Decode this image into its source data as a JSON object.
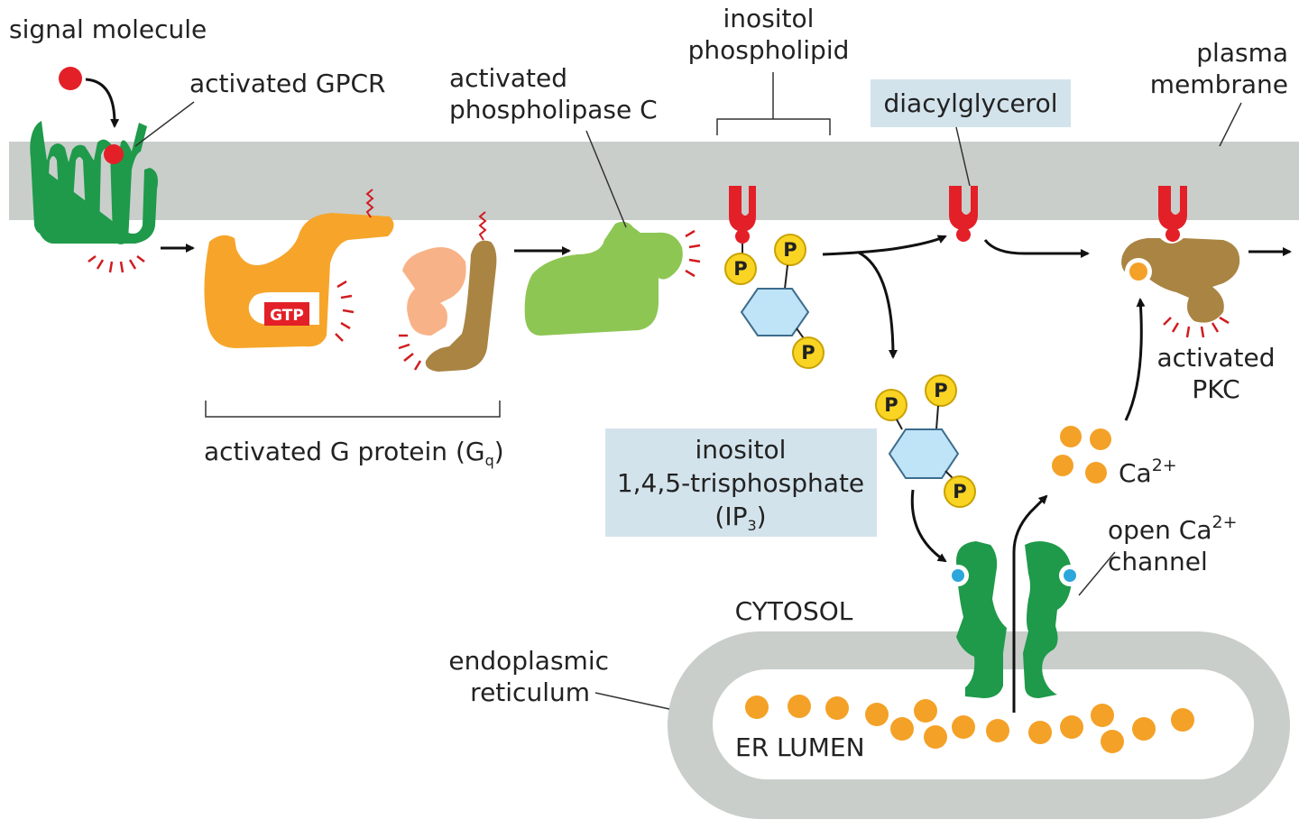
{
  "labels": {
    "signal_molecule": "signal molecule",
    "activated_gpcr": "activated GPCR",
    "activated_plc_1": "activated",
    "activated_plc_2": "phospholipase C",
    "inositol_pl_1": "inositol",
    "inositol_pl_2": "phospholipid",
    "plasma_membrane_1": "plasma",
    "plasma_membrane_2": "membrane",
    "diacylglycerol": "diacylglycerol",
    "gtp": "GTP",
    "g_protein_main": "activated G protein (G",
    "g_protein_sub": "q",
    "g_protein_close": ")",
    "ip3_line1": "inositol",
    "ip3_line2": "1,4,5-trisphosphate",
    "ip3_line3_a": "(IP",
    "ip3_line3_sub": "3",
    "ip3_line3_b": ")",
    "activated_pkc_1": "activated",
    "activated_pkc_2": "PKC",
    "ca_base": "Ca",
    "ca_sup": "2+",
    "channel_1a": "open Ca",
    "channel_1sup": "2+",
    "channel_2": "channel",
    "cytosol": "CYTOSOL",
    "er_1": "endoplasmic",
    "er_2": "reticulum",
    "er_lumen": "ER LUMEN",
    "phosphate": "P"
  },
  "colors": {
    "membrane": "#c9cecb",
    "receptor_green": "#1e9a4a",
    "signal_red": "#e32028",
    "g_alpha_orange": "#f6a52a",
    "g_beta_peach": "#f8b287",
    "g_gamma_brown": "#a98443",
    "plc_green": "#8dc653",
    "phosphate_yellow": "#f9d423",
    "inositol_blue": "#bfe3f7",
    "calcium_orange": "#f4a127",
    "label_box": "#d3e3ec",
    "channel_blue": "#2ba7dc"
  }
}
